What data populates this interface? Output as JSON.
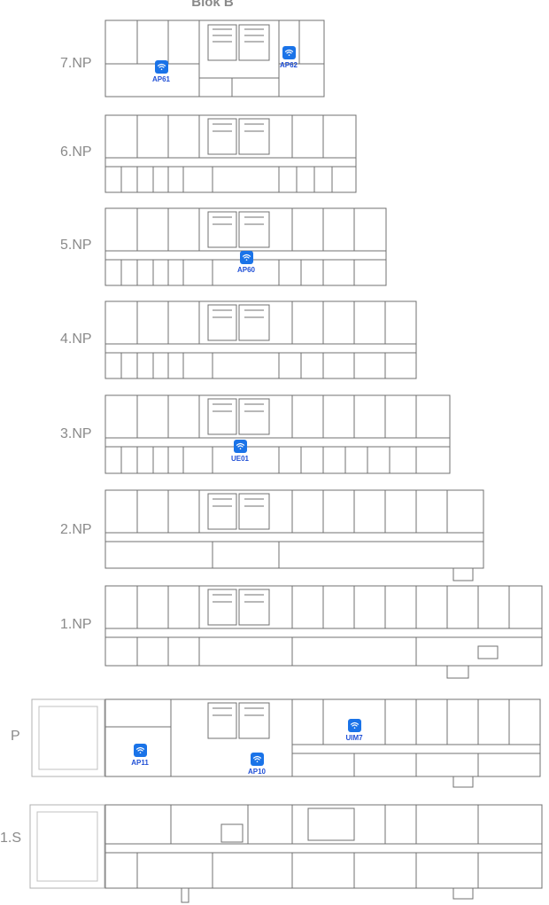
{
  "title": "Blok B",
  "floors": [
    {
      "id": "7np",
      "label": "7.NP"
    },
    {
      "id": "6np",
      "label": "6.NP"
    },
    {
      "id": "5np",
      "label": "5.NP"
    },
    {
      "id": "4np",
      "label": "4.NP"
    },
    {
      "id": "3np",
      "label": "3.NP"
    },
    {
      "id": "2np",
      "label": "2.NP"
    },
    {
      "id": "1np",
      "label": "1.NP"
    },
    {
      "id": "p",
      "label": "P"
    },
    {
      "id": "1s",
      "label": "1.S"
    }
  ],
  "access_points": [
    {
      "id": "AP61",
      "label": "AP61",
      "floor": "7.NP"
    },
    {
      "id": "AP62",
      "label": "AP62",
      "floor": "7.NP"
    },
    {
      "id": "AP60",
      "label": "AP60",
      "floor": "5.NP"
    },
    {
      "id": "UE01",
      "label": "UE01",
      "floor": "3.NP"
    },
    {
      "id": "UIM7",
      "label": "UIM7",
      "floor": "P"
    },
    {
      "id": "AP11",
      "label": "AP11",
      "floor": "P"
    },
    {
      "id": "AP10",
      "label": "AP10",
      "floor": "P"
    }
  ],
  "colors": {
    "ap_badge": "#1a73e8",
    "ap_label": "#1f4fd6",
    "wall": "#707070",
    "floor_label": "#8a8a8a"
  },
  "icons": {
    "ap": "wifi-icon"
  }
}
